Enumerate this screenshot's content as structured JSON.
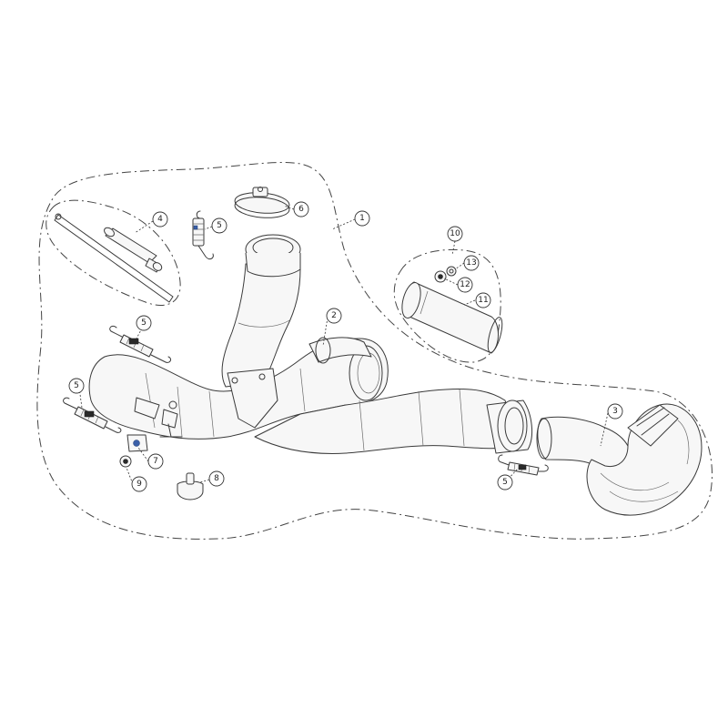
{
  "callouts": [
    {
      "id": "1",
      "label": "1"
    },
    {
      "id": "2",
      "label": "2"
    },
    {
      "id": "3",
      "label": "3"
    },
    {
      "id": "4",
      "label": "4"
    },
    {
      "id": "5a",
      "label": "5"
    },
    {
      "id": "5b",
      "label": "5"
    },
    {
      "id": "5c",
      "label": "5"
    },
    {
      "id": "5d",
      "label": "5"
    },
    {
      "id": "6",
      "label": "6"
    },
    {
      "id": "7",
      "label": "7"
    },
    {
      "id": "8",
      "label": "8"
    },
    {
      "id": "9",
      "label": "9"
    },
    {
      "id": "10",
      "label": "10"
    },
    {
      "id": "11",
      "label": "11"
    },
    {
      "id": "12",
      "label": "12"
    },
    {
      "id": "13",
      "label": "13"
    }
  ]
}
